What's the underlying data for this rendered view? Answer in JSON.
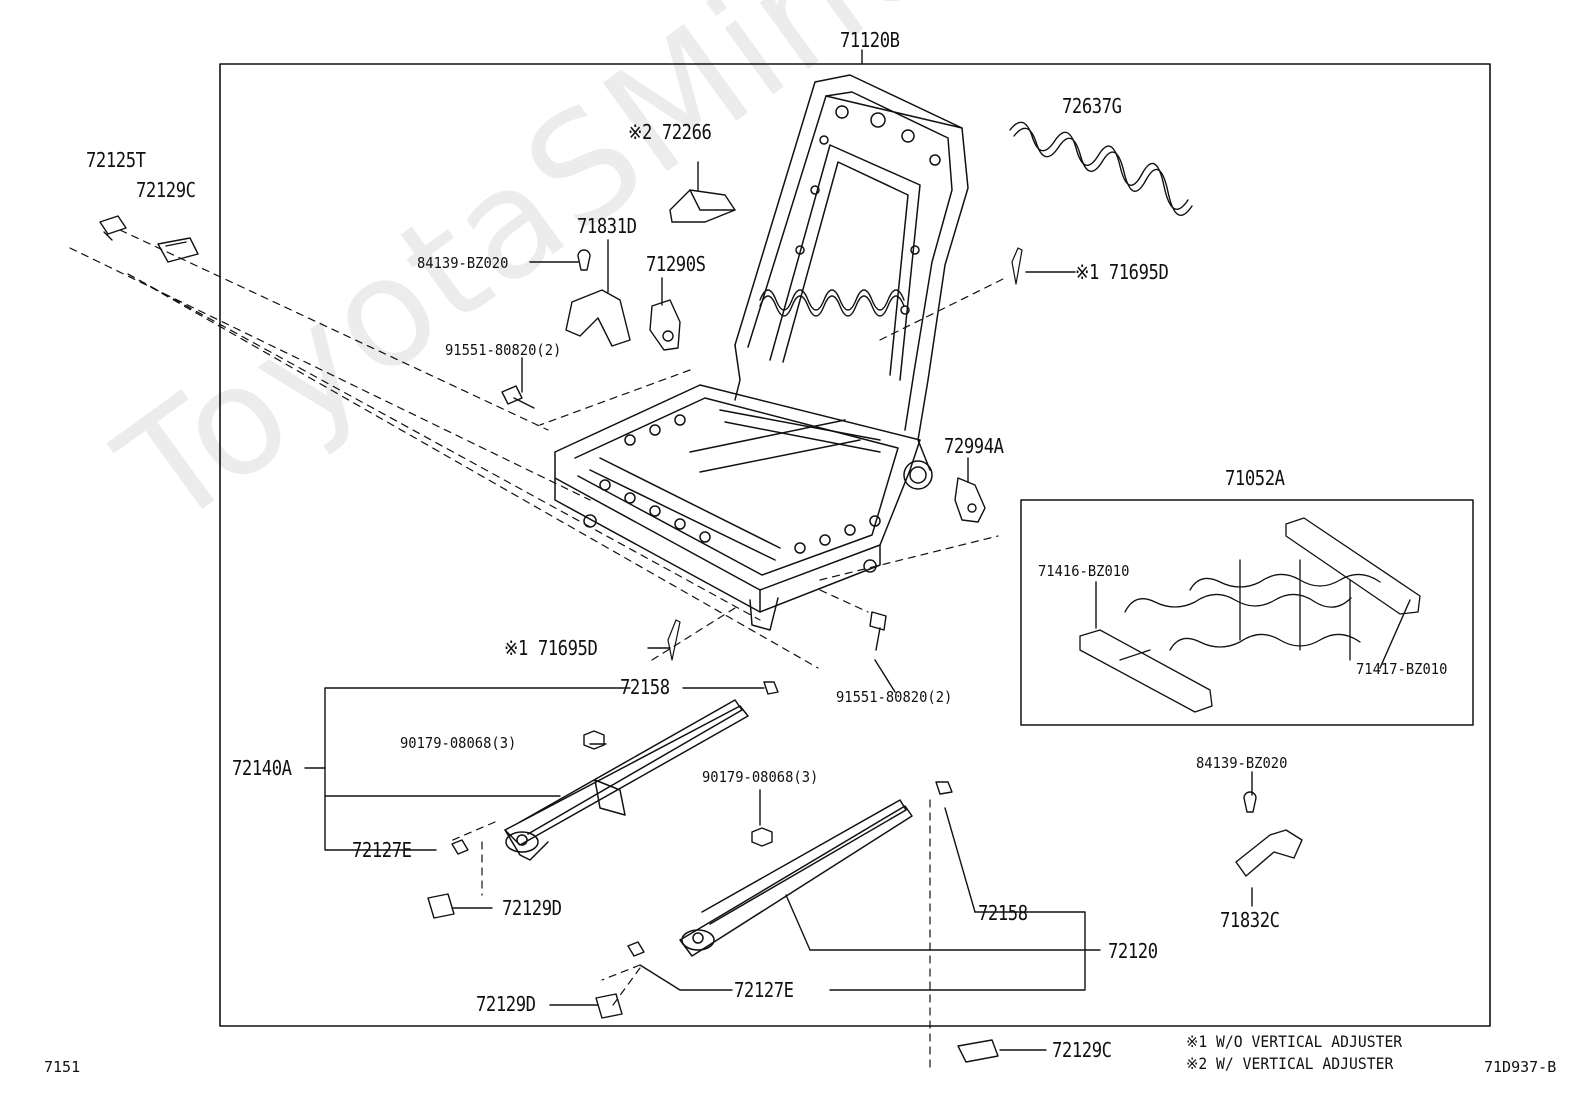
{
  "watermark": "ToyotaSMine.ru",
  "diagram_code_left": "7151",
  "diagram_code_right": "71D937-B",
  "notes": {
    "note1": "※1 W/O VERTICAL ADJUSTER",
    "note2": "※2 W/ VERTICAL ADJUSTER"
  },
  "parts": {
    "p71120B": "71120B",
    "p72125T": "72125T",
    "p72129C_top": "72129C",
    "p72266": "※2 72266",
    "p72637G": "72637G",
    "p71831D": "71831D",
    "p84139_top": "84139-BZ020",
    "p71290S": "71290S",
    "p71695D_top": "※1 71695D",
    "p91551_top": "91551-80820(2)",
    "p72994A": "72994A",
    "p71052A": "71052A",
    "p71416": "71416-BZ010",
    "p71417": "71417-BZ010",
    "p71695D_bot": "※1 71695D",
    "p91551_bot": "91551-80820(2)",
    "p72158_top": "72158",
    "p90179_left": "90179-08068(3)",
    "p72140A": "72140A",
    "p90179_mid": "90179-08068(3)",
    "p84139_right": "84139-BZ020",
    "p72127E_left": "72127E",
    "p72129D_left": "72129D",
    "p72158_right": "72158",
    "p71832C": "71832C",
    "p72120": "72120",
    "p72127E_bot": "72127E",
    "p72129D_bot": "72129D",
    "p72129C_bot": "72129C"
  }
}
